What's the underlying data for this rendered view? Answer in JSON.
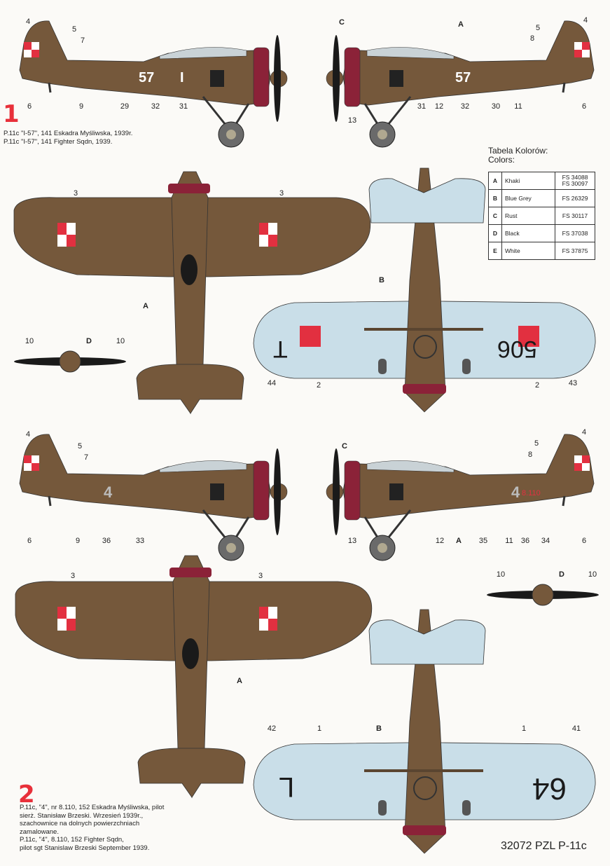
{
  "legend": {
    "title_pl": "Tabela Kolorów:",
    "title_en": "Colors:",
    "rows": [
      {
        "letter": "A",
        "name": "Khaki",
        "fs": "FS 34088 FS 30097",
        "color": "#75583b"
      },
      {
        "letter": "B",
        "name": "Blue Grey",
        "fs": "FS 26329",
        "color": "#c9dee8"
      },
      {
        "letter": "C",
        "name": "Rust",
        "fs": "FS 30117",
        "color": "#8b2238"
      },
      {
        "letter": "D",
        "name": "Black",
        "fs": "FS 37038",
        "color": "#1a1a1a"
      },
      {
        "letter": "E",
        "name": "White",
        "fs": "FS 37875",
        "color": "#ffffff"
      }
    ]
  },
  "scheme1": {
    "number": "1",
    "caption_pl": "P.11c \"I-57\", 141 Eskadra Myśliwska, 1939r.",
    "caption_en": "P.11c \"I-57\", 141 Fighter Sqdn, 1939.",
    "markings": {
      "side_code": "57",
      "side_letter": "I",
      "under_code": "506",
      "under_letter": "T"
    },
    "callouts_left": [
      "4",
      "5",
      "7",
      "6",
      "9",
      "29",
      "32",
      "31"
    ],
    "callouts_right": [
      "C",
      "A",
      "5",
      "8",
      "4",
      "6",
      "13",
      "31",
      "12",
      "32",
      "30",
      "11"
    ],
    "callouts_top": [
      "3",
      "3",
      "A"
    ],
    "callouts_prop": [
      "10",
      "D",
      "10"
    ],
    "callouts_under": [
      "B",
      "44",
      "2",
      "2",
      "43"
    ]
  },
  "scheme2": {
    "number": "2",
    "caption_pl": [
      "P.11c, \"4\", nr 8.110, 152 Eskadra Myśliwska, pilot",
      "sierż. Stanisław Brzeski. Wrzesień 1939r.,",
      "szachownice na dolnych powierzchniach",
      "zamalowane."
    ],
    "caption_en": [
      "P.11c, \"4\", 8.110, 152 Fighter Sqdn,",
      "pilot sgt Stanislaw Brzeski September 1939."
    ],
    "markings": {
      "side_code": "4",
      "serial": "8.110",
      "under_code": "64",
      "under_letter": "L"
    },
    "callouts_left": [
      "4",
      "5",
      "7",
      "6",
      "9",
      "36",
      "33"
    ],
    "callouts_right": [
      "C",
      "5",
      "8",
      "4",
      "13",
      "12",
      "A",
      "35",
      "11",
      "36",
      "34",
      "6"
    ],
    "callouts_top": [
      "3",
      "3",
      "A"
    ],
    "callouts_prop": [
      "10",
      "D",
      "10"
    ],
    "callouts_under": [
      "42",
      "1",
      "B",
      "1",
      "41"
    ]
  },
  "footer": "32072 PZL P-11c"
}
